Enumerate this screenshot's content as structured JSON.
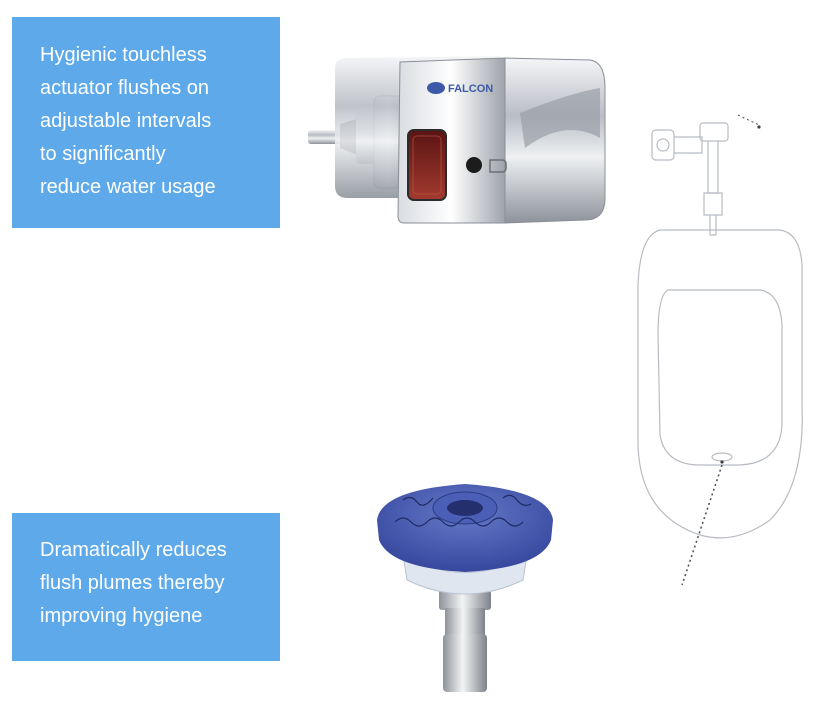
{
  "callouts": [
    {
      "lines": [
        "Hygienic touchless",
        "actuator flushes on",
        "adjustable intervals",
        "to significantly",
        "reduce water usage"
      ]
    },
    {
      "lines": [
        "Dramatically reduces",
        "flush plumes thereby",
        "improving hygiene"
      ]
    }
  ],
  "actuator": {
    "brand": "FALCON"
  },
  "colors": {
    "callout_bg": "#5da9e9",
    "callout_text": "#ffffff",
    "chrome": "#c9ccd2",
    "sensor": "#7a1f1f",
    "cartridge_blue": "#4a5fb0"
  }
}
